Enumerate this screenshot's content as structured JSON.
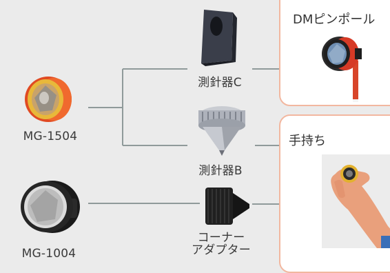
{
  "prisms": [
    {
      "name": "MG-1504"
    },
    {
      "name": "MG-1004"
    }
  ],
  "adapters": [
    {
      "name": "測針器C"
    },
    {
      "name": "測針器B"
    },
    {
      "name": "コーナー\nアダプター"
    }
  ],
  "uses": [
    {
      "name": "DMピンポール"
    },
    {
      "name": "手持ち"
    }
  ],
  "colors": {
    "background": "#ebebeb",
    "connector": "#8f9a9a",
    "panel_border": "#f2b79f",
    "prism_orange": "#e8582a",
    "prism_gold": "#e8b83a"
  }
}
